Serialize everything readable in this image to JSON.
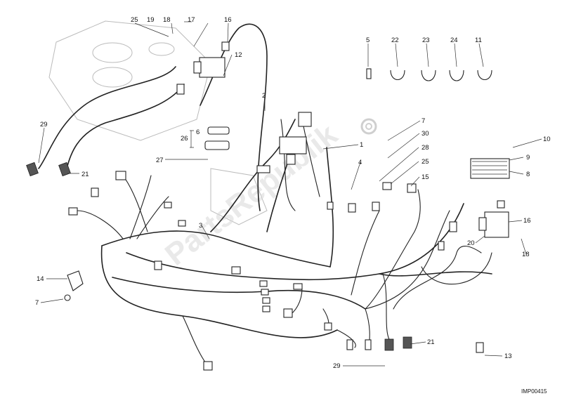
{
  "callouts": [
    {
      "id": "c25a",
      "text": "25"
    },
    {
      "id": "c19",
      "text": "19"
    },
    {
      "id": "c18a",
      "text": "18"
    },
    {
      "id": "c17",
      "text": "17"
    },
    {
      "id": "c16a",
      "text": "16"
    },
    {
      "id": "c12",
      "text": "12"
    },
    {
      "id": "c29a",
      "text": "29"
    },
    {
      "id": "c21a",
      "text": "21"
    },
    {
      "id": "c2",
      "text": "2"
    },
    {
      "id": "c26",
      "text": "26"
    },
    {
      "id": "c6",
      "text": "6"
    },
    {
      "id": "c5",
      "text": "5"
    },
    {
      "id": "c22",
      "text": "22"
    },
    {
      "id": "c23",
      "text": "23"
    },
    {
      "id": "c24",
      "text": "24"
    },
    {
      "id": "c11",
      "text": "11"
    },
    {
      "id": "c7a",
      "text": "7"
    },
    {
      "id": "c30",
      "text": "30"
    },
    {
      "id": "c1",
      "text": "1"
    },
    {
      "id": "c28",
      "text": "28"
    },
    {
      "id": "c27",
      "text": "27"
    },
    {
      "id": "c25b",
      "text": "25"
    },
    {
      "id": "c4",
      "text": "4"
    },
    {
      "id": "c15",
      "text": "15"
    },
    {
      "id": "c10",
      "text": "10"
    },
    {
      "id": "c9",
      "text": "9"
    },
    {
      "id": "c8",
      "text": "8"
    },
    {
      "id": "c3",
      "text": "3"
    },
    {
      "id": "c16b",
      "text": "16"
    },
    {
      "id": "c20",
      "text": "20"
    },
    {
      "id": "c18b",
      "text": "18"
    },
    {
      "id": "c14",
      "text": "14"
    },
    {
      "id": "c7b",
      "text": "7"
    },
    {
      "id": "c21b",
      "text": "21"
    },
    {
      "id": "c13",
      "text": "13"
    },
    {
      "id": "c29b",
      "text": "29"
    }
  ],
  "watermark": "PartsRepublik",
  "drawing_code": "IMP00415"
}
